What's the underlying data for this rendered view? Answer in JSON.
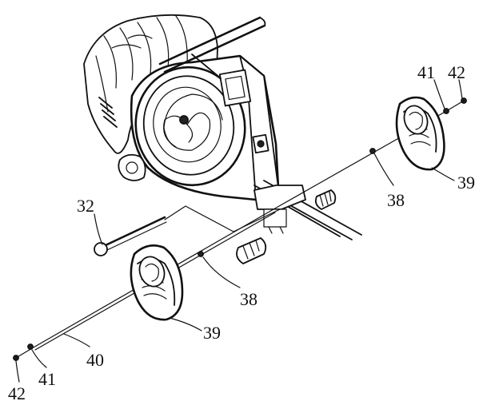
{
  "labels": {
    "p32": "32",
    "p38a": "38",
    "p38b": "38",
    "p39a": "39",
    "p39b": "39",
    "p40": "40",
    "p41a": "41",
    "p41b": "41",
    "p42a": "42",
    "p42b": "42"
  },
  "colors": {
    "ink": "#111111",
    "paper": "#ffffff"
  }
}
